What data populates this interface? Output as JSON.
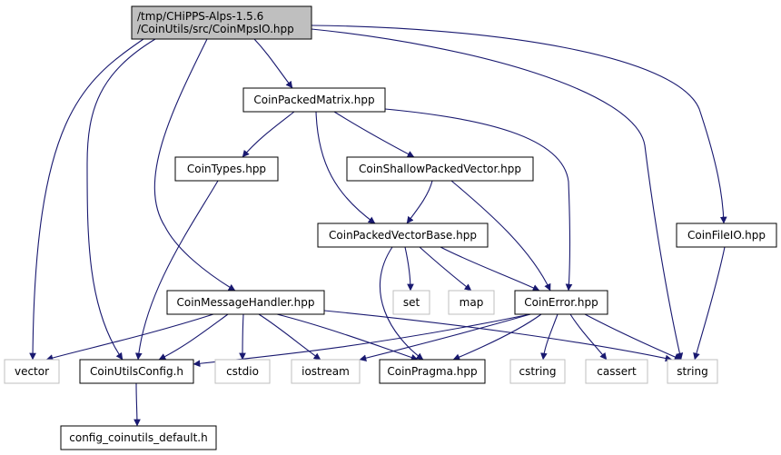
{
  "diagram": {
    "nodes": [
      {
        "id": "root",
        "lines": [
          "/tmp/CHiPPS-Alps-1.5.6",
          "/CoinUtils/src/CoinMpsIO.hpp"
        ],
        "style": "root"
      },
      {
        "id": "matrix",
        "lines": [
          "CoinPackedMatrix.hpp"
        ],
        "style": "normal"
      },
      {
        "id": "types",
        "lines": [
          "CoinTypes.hpp"
        ],
        "style": "normal"
      },
      {
        "id": "shallow",
        "lines": [
          "CoinShallowPackedVector.hpp"
        ],
        "style": "normal"
      },
      {
        "id": "vecbase",
        "lines": [
          "CoinPackedVectorBase.hpp"
        ],
        "style": "normal"
      },
      {
        "id": "fileio",
        "lines": [
          "CoinFileIO.hpp"
        ],
        "style": "normal"
      },
      {
        "id": "msghandler",
        "lines": [
          "CoinMessageHandler.hpp"
        ],
        "style": "normal"
      },
      {
        "id": "set",
        "lines": [
          "set"
        ],
        "style": "external"
      },
      {
        "id": "map",
        "lines": [
          "map"
        ],
        "style": "external"
      },
      {
        "id": "error",
        "lines": [
          "CoinError.hpp"
        ],
        "style": "normal"
      },
      {
        "id": "vector",
        "lines": [
          "vector"
        ],
        "style": "external"
      },
      {
        "id": "config",
        "lines": [
          "CoinUtilsConfig.h"
        ],
        "style": "normal"
      },
      {
        "id": "cstdio",
        "lines": [
          "cstdio"
        ],
        "style": "external"
      },
      {
        "id": "iostream",
        "lines": [
          "iostream"
        ],
        "style": "external"
      },
      {
        "id": "pragma",
        "lines": [
          "CoinPragma.hpp"
        ],
        "style": "normal"
      },
      {
        "id": "cstring",
        "lines": [
          "cstring"
        ],
        "style": "external"
      },
      {
        "id": "cassert",
        "lines": [
          "cassert"
        ],
        "style": "external"
      },
      {
        "id": "string",
        "lines": [
          "string"
        ],
        "style": "external"
      },
      {
        "id": "configdefault",
        "lines": [
          "config_coinutils_default.h"
        ],
        "style": "normal"
      }
    ],
    "edges": [
      {
        "from": "root",
        "to": "matrix"
      },
      {
        "from": "root",
        "to": "vector"
      },
      {
        "from": "root",
        "to": "config"
      },
      {
        "from": "root",
        "to": "msghandler"
      },
      {
        "from": "root",
        "to": "string"
      },
      {
        "from": "root",
        "to": "fileio"
      },
      {
        "from": "matrix",
        "to": "types"
      },
      {
        "from": "matrix",
        "to": "shallow"
      },
      {
        "from": "matrix",
        "to": "vecbase"
      },
      {
        "from": "matrix",
        "to": "error"
      },
      {
        "from": "types",
        "to": "config"
      },
      {
        "from": "shallow",
        "to": "vecbase"
      },
      {
        "from": "shallow",
        "to": "error"
      },
      {
        "from": "vecbase",
        "to": "set"
      },
      {
        "from": "vecbase",
        "to": "map"
      },
      {
        "from": "vecbase",
        "to": "error"
      },
      {
        "from": "vecbase",
        "to": "pragma"
      },
      {
        "from": "fileio",
        "to": "string"
      },
      {
        "from": "msghandler",
        "to": "vector"
      },
      {
        "from": "msghandler",
        "to": "config"
      },
      {
        "from": "msghandler",
        "to": "cstdio"
      },
      {
        "from": "msghandler",
        "to": "iostream"
      },
      {
        "from": "msghandler",
        "to": "pragma"
      },
      {
        "from": "msghandler",
        "to": "string"
      },
      {
        "from": "error",
        "to": "config"
      },
      {
        "from": "error",
        "to": "iostream"
      },
      {
        "from": "error",
        "to": "pragma"
      },
      {
        "from": "error",
        "to": "cstring"
      },
      {
        "from": "error",
        "to": "cassert"
      },
      {
        "from": "error",
        "to": "string"
      },
      {
        "from": "config",
        "to": "configdefault"
      }
    ],
    "colors": {
      "edge": "#191970",
      "node_border": "#000000",
      "external_border": "#bfbfbf",
      "root_fill": "#bfbfbf",
      "text": "#000000",
      "external_text": "#000000"
    }
  }
}
